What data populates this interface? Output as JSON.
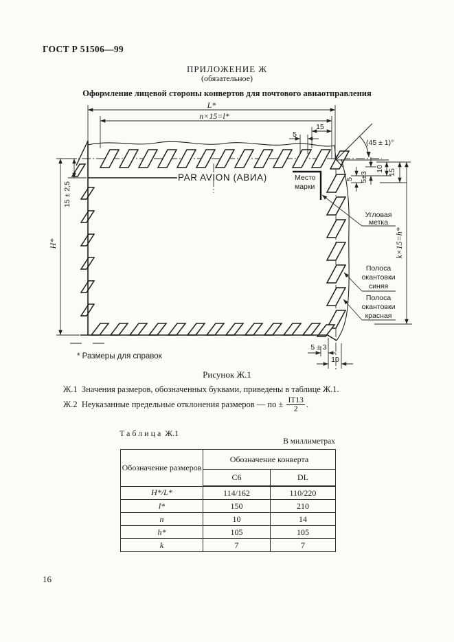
{
  "page": {
    "standard": "ГОСТ Р 51506—99",
    "number": "16"
  },
  "appendix": {
    "title": "ПРИЛОЖЕНИЕ Ж",
    "type": "(обязательное)",
    "heading": "Оформление лицевой стороны конвертов для почтового авиаотправления"
  },
  "figure": {
    "caption": "Рисунок Ж.1",
    "footnote": "* Размеры для справок",
    "par_avion": "PAR AVION (АВИА)",
    "stamp_place": {
      "line1": "Место",
      "line2": "марки"
    },
    "corner_mark": {
      "line1": "Угловая",
      "line2": "метка"
    },
    "blue_band": {
      "line1": "Полоса",
      "line2": "окантовки",
      "line3": "синяя"
    },
    "red_band": {
      "line1": "Полоса",
      "line2": "окантовки",
      "line3": "красная"
    },
    "dims": {
      "L": "L*",
      "n15": "n×15=l*",
      "top15": "15",
      "top5": "5",
      "angle": "(45 ± 1)°",
      "right10": "10",
      "right15": "15",
      "right5pm3": "5±3",
      "right5": "5",
      "k15": "k×15=h*",
      "left15": "15 ± 2,5",
      "H": "H*",
      "bottom5pm3": "5 ± 3",
      "bottom10": "10"
    }
  },
  "notes": [
    {
      "num": "Ж.1",
      "text": "Значения размеров, обозначенных буквами, приведены в таблице Ж.1."
    },
    {
      "num": "Ж.2",
      "text": "Неуказанные предельные отклонения размеров — по ±",
      "frac_num": "IT13",
      "frac_den": "2",
      "suffix": "."
    }
  ],
  "table": {
    "caption_word": "Таблица",
    "caption_ref": "Ж.1",
    "units": "В миллиметрах",
    "col1_header": "Обозначение размеров",
    "group_header": "Обозначение конверта",
    "columns": [
      "С6",
      "DL"
    ],
    "rows": [
      {
        "param": "H*/L*",
        "c6": "114/162",
        "dl": "110/220"
      },
      {
        "param": "l*",
        "c6": "150",
        "dl": "210"
      },
      {
        "param": "n",
        "c6": "10",
        "dl": "14"
      },
      {
        "param": "h*",
        "c6": "105",
        "dl": "105"
      },
      {
        "param": "k",
        "c6": "7",
        "dl": "7"
      }
    ]
  }
}
